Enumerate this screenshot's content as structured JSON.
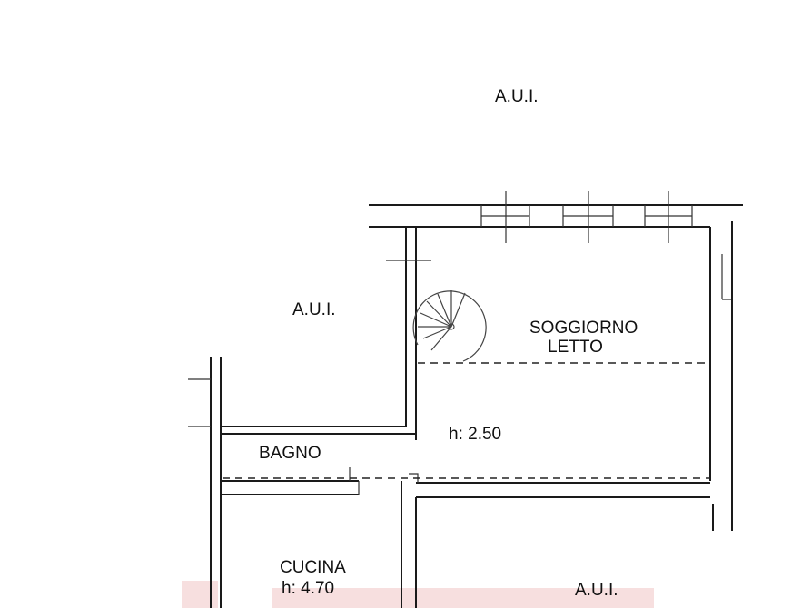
{
  "labels": {
    "aui_top": "A.U.I.",
    "aui_left": "A.U.I.",
    "aui_bottom": "A.U.I.",
    "soggiorno": "SOGGIORNO",
    "letto": "LETTO",
    "height_main": "h: 2.50",
    "bagno": "BAGNO",
    "cucina": "CUCINA",
    "height_cucina": "h: 4.70"
  },
  "colors": {
    "lines": "#1a1a1a",
    "watermark": "#f2c9c9"
  }
}
